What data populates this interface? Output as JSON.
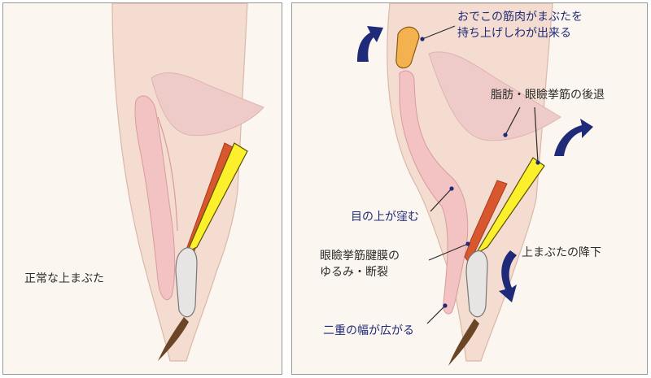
{
  "left_panel": {
    "caption": "正常な上まぶた"
  },
  "right_panel": {
    "label_brow_muscle_line1": "おでこの筋肉がまぶたを",
    "label_brow_muscle_line2": "持ち上げしわが出来る",
    "label_fat_retreat": "脂肪・眼瞼挙筋の後退",
    "label_sunken_eye": "目の上が窪む",
    "label_tendon_line1": "眼瞼挙筋腱膜の",
    "label_tendon_line2": "ゆるみ・断裂",
    "label_lid_droop": "上まぶたの降下",
    "label_wide_fold": "二重の幅が広がる"
  },
  "colors": {
    "skin": "#f4ddd0",
    "skin_outline": "#d9b8a8",
    "pink_tissue": "#f3c3c4",
    "fat": "#eecbc9",
    "muscle_red": "#d9572e",
    "tendon_yellow": "#fcef2b",
    "tarsus_gray": "#e7e5e3",
    "brow_muscle_orange": "#f3b24f",
    "eyelash": "#6a4526",
    "arrow_navy": "#1f2a78",
    "text_blue": "#1f2a78",
    "text_dark": "#2a2a2a"
  }
}
